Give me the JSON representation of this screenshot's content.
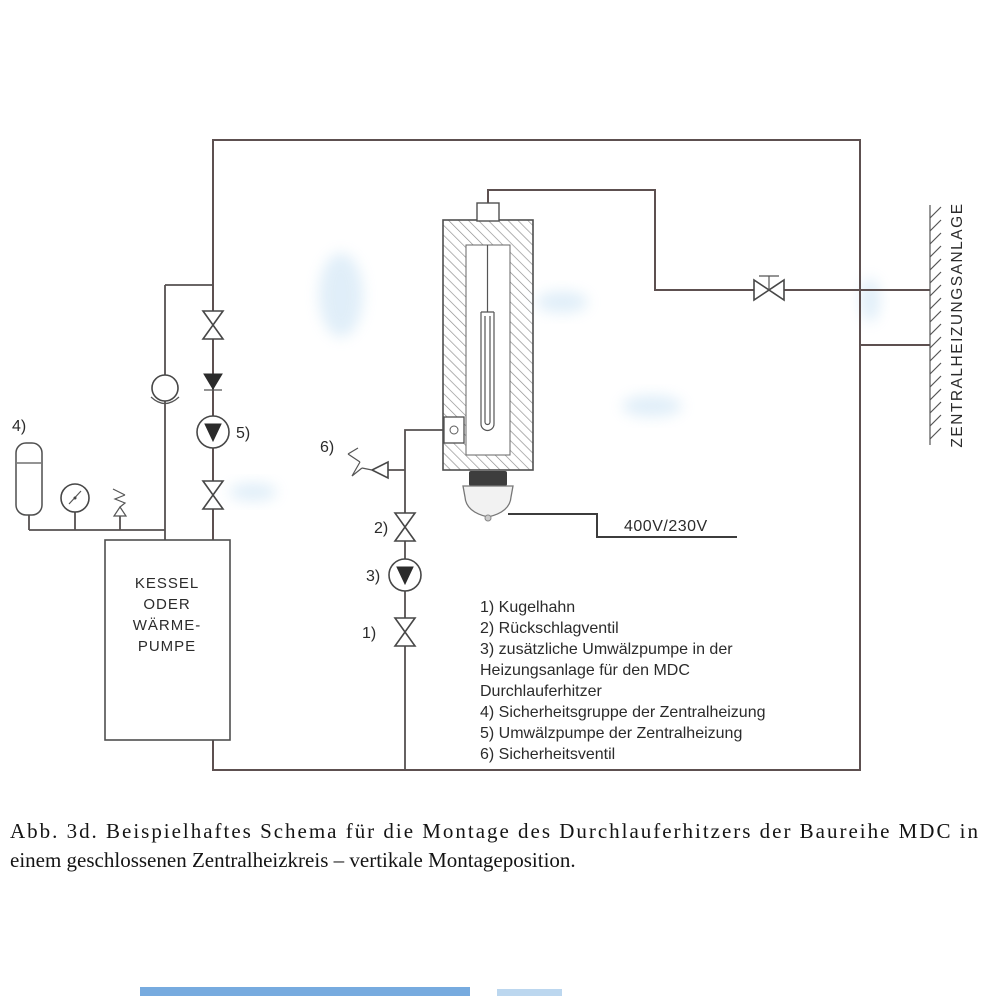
{
  "callouts": {
    "c1": "1)",
    "c2": "2)",
    "c3": "3)",
    "c4": "4)",
    "c5": "5)",
    "c6": "6)"
  },
  "voltage_label": "400V/230V",
  "boiler": {
    "line1": "KESSEL",
    "line2": "ODER",
    "line3": "WÄRME-",
    "line4": "PUMPE"
  },
  "wall_label": "ZENTRALHEIZUNGSANLAGE",
  "legend": [
    "1) Kugelhahn",
    "2) Rückschlagventil",
    "3) zusätzliche Umwälzpumpe in der",
    "Heizungsanlage für den MDC",
    "Durchlauferhitzer",
    "4) Sicherheitsgruppe der Zentralheizung",
    "5) Umwälzpumpe der Zentralheizung",
    "6) Sicherheitsventil"
  ],
  "caption": {
    "line1": "Abb. 3d. Beispielhaftes Schema für die Montage des Durchlauferhitzers der Baureihe MDC in",
    "line2": "einem geschlossenen Zentralheizkreis – vertikale Montageposition."
  }
}
